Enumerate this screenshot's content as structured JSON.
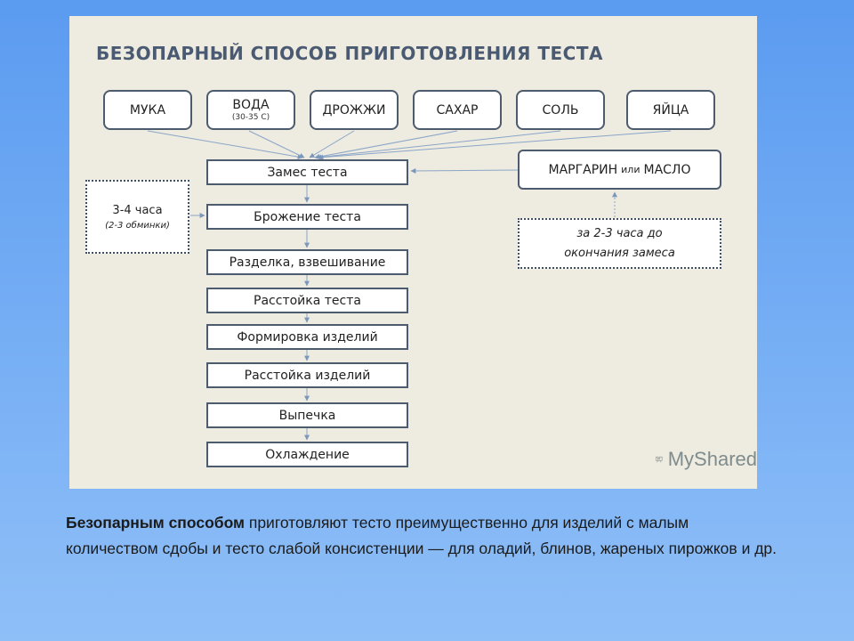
{
  "slide": {
    "title": "БЕЗОПАРНЫЙ СПОСОБ ПРИГОТОВЛЕНИЯ ТЕСТА"
  },
  "ingredients": [
    {
      "label": "МУКА",
      "sub": ""
    },
    {
      "label": "ВОДА",
      "sub": "(30-35 С)"
    },
    {
      "label": "ДРОЖЖИ",
      "sub": ""
    },
    {
      "label": "САХАР",
      "sub": ""
    },
    {
      "label": "СОЛЬ",
      "sub": ""
    },
    {
      "label": "ЯЙЦА",
      "sub": ""
    }
  ],
  "steps": [
    "Замес теста",
    "Брожение теста",
    "Разделка, взвешивание",
    "Расстойка теста",
    "Формировка изделий",
    "Расстойка изделий",
    "Выпечка",
    "Охлаждение"
  ],
  "margarine": {
    "part1": "МАРГАРИН",
    "part2": "или",
    "part3": "МАСЛО"
  },
  "left_note": {
    "line1": "3-4 часа",
    "line2": "(2-3 обминки)"
  },
  "right_note": {
    "line1": "за 2-3 часа до",
    "line2": "окончания замеса"
  },
  "watermark": {
    "text": "MyShared"
  },
  "caption": {
    "bold": "Безопарным способом",
    "rest": " приготовляют тесто преимущественно для изделий с малым количеством сдобы и тесто слабой консистенции — для оладий, блинов, жареных пирожков и др."
  },
  "colors": {
    "background": "#6aa6f2",
    "panel": "#eeebe0",
    "box_border": "#4d5b6f",
    "arrow": "#8aa6c8",
    "title": "#4a5a72"
  }
}
